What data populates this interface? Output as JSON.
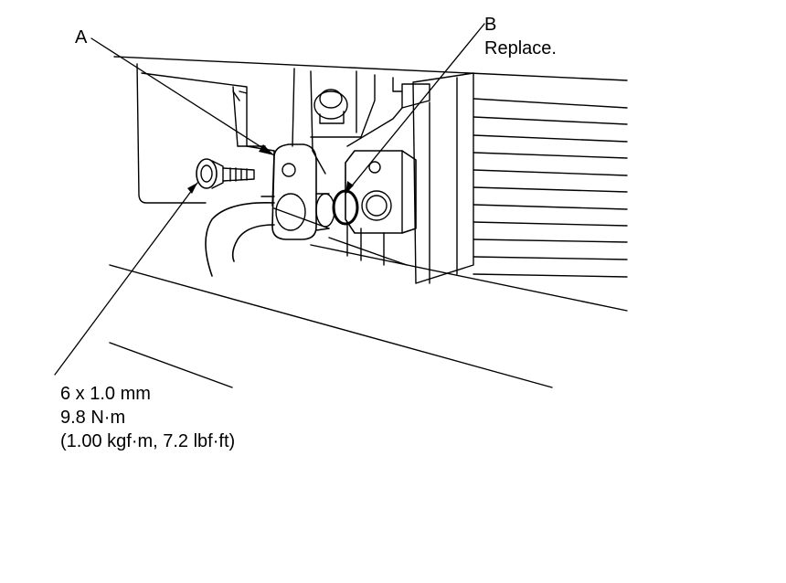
{
  "labels": {
    "a": "A",
    "b": "B",
    "b_note": "Replace.",
    "spec_size": "6 x 1.0 mm",
    "spec_torque_nm": "9.8 N·m",
    "spec_torque_alt": "(1.00 kgf·m, 7.2 lbf·ft)"
  }
}
